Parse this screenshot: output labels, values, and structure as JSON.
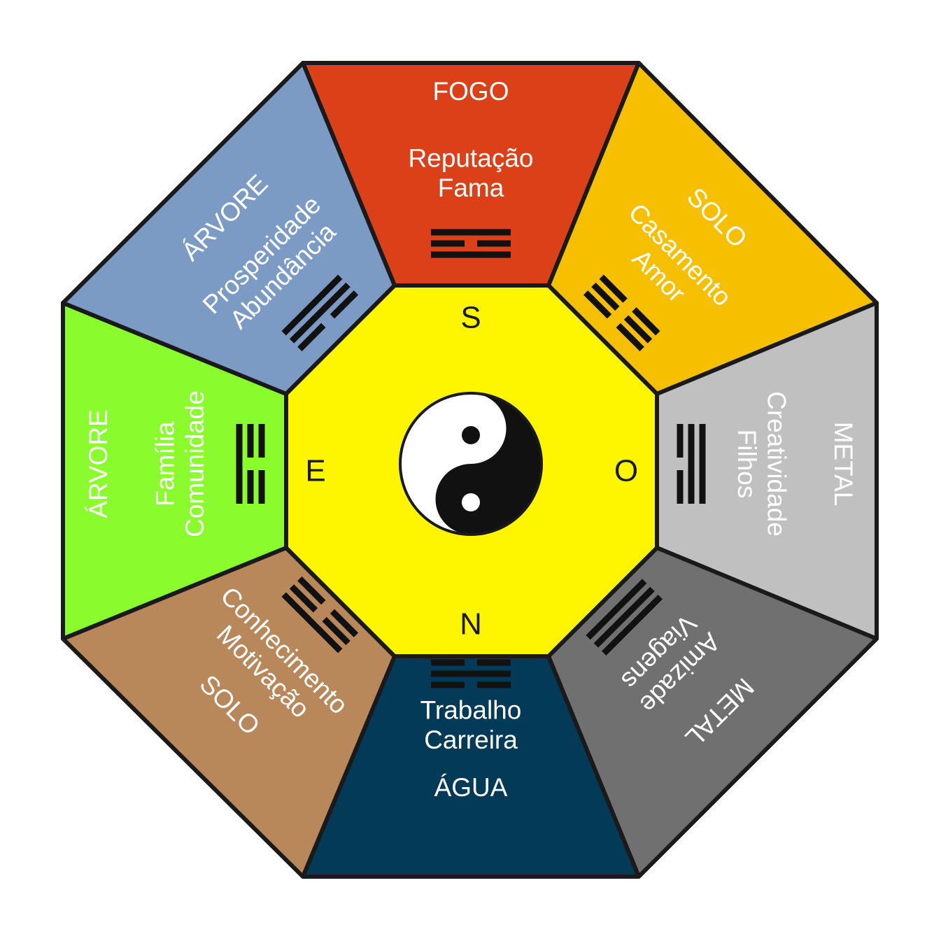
{
  "colors": {
    "south": "#dc4019",
    "southwest": "#f6c000",
    "west": "#c0c0c0",
    "northwest": "#707070",
    "north": "#033a58",
    "northeast": "#b8875a",
    "east": "#8afc2e",
    "southeast": "#7b9bc4",
    "center": "#fef600",
    "outline": "#1a1a1a",
    "label_text": "#ffffff",
    "yin": "#111111",
    "yang": "#ffffff"
  },
  "sectors": [
    {
      "id": "south",
      "element": "FOGO",
      "aspects": [
        "Reputação",
        "Fama"
      ],
      "trigram": [
        1,
        0,
        1
      ]
    },
    {
      "id": "southwest",
      "element": "SOLO",
      "aspects": [
        "Casamento",
        "Amor"
      ],
      "trigram": [
        0,
        0,
        0
      ]
    },
    {
      "id": "west",
      "element": "METAL",
      "aspects": [
        "Creatividade",
        "Filhos"
      ],
      "trigram": [
        1,
        1,
        0
      ]
    },
    {
      "id": "northwest",
      "element": "METAL",
      "aspects": [
        "Amizade",
        "Viagens"
      ],
      "trigram": [
        1,
        1,
        1
      ]
    },
    {
      "id": "north",
      "element": "ÁGUA",
      "aspects": [
        "Trabalho",
        "Carreira"
      ],
      "trigram": [
        0,
        1,
        0
      ]
    },
    {
      "id": "northeast",
      "element": "SOLO",
      "aspects": [
        "Conhecimento",
        "Motivação"
      ],
      "trigram": [
        0,
        0,
        1
      ]
    },
    {
      "id": "east",
      "element": "ÁRVORE",
      "aspects": [
        "Família",
        "Comunidade"
      ],
      "trigram": [
        1,
        0,
        0
      ]
    },
    {
      "id": "southeast",
      "element": "ÁRVORE",
      "aspects": [
        "Prosperidade",
        "Abundância"
      ],
      "trigram": [
        1,
        1,
        0
      ]
    }
  ],
  "directions": {
    "top": "S",
    "left": "E",
    "right": "O",
    "bottom": "N"
  },
  "center_icon": "yin-yang-icon"
}
